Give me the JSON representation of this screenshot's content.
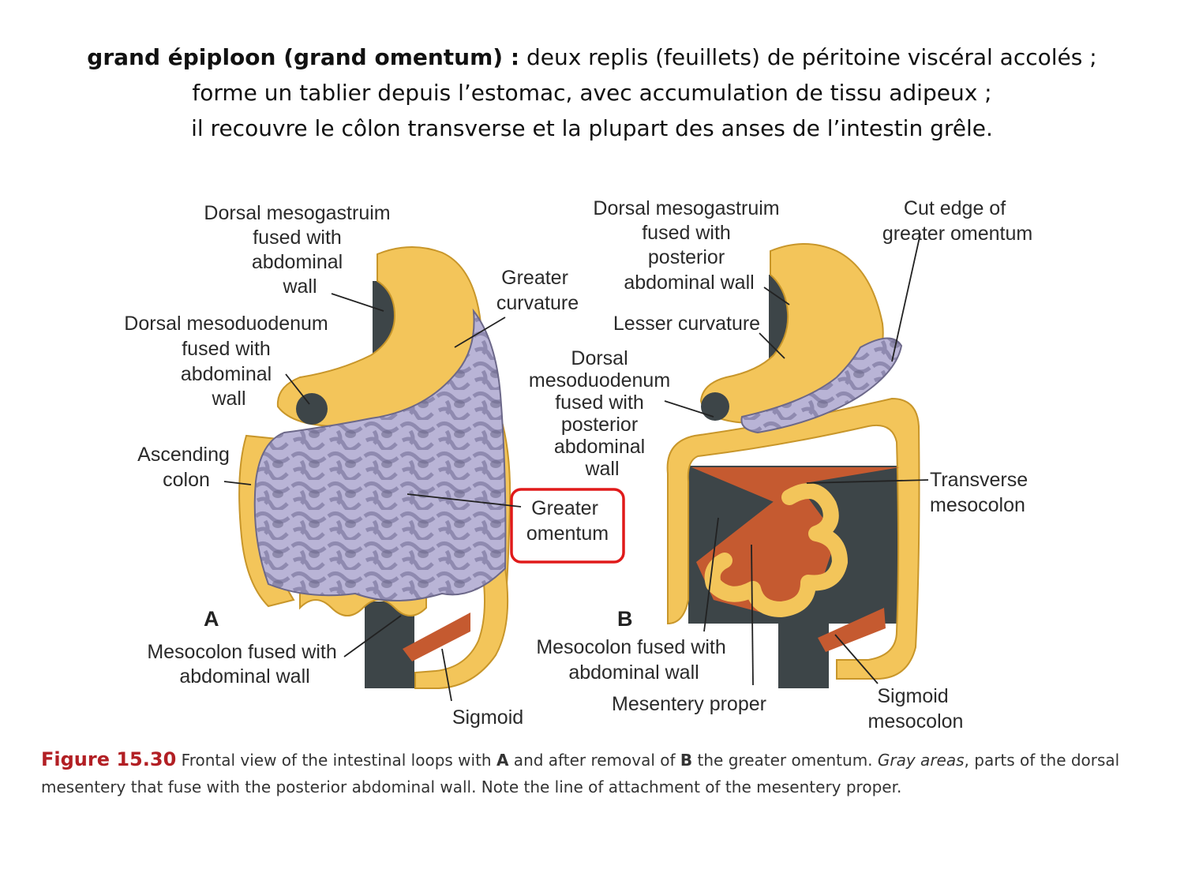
{
  "heading": {
    "term": "grand épiploon (grand omentum) :",
    "line1_rest": " deux replis (feuillets) de péritoine viscéral accolés ;",
    "line2": "forme un tablier depuis l’estomac, avec accumulation de tissu adipeux ;",
    "line3": "il recouvre le côlon transverse et la plupart des anses de l’intestin grêle."
  },
  "panel_a": {
    "letter": "A",
    "labels": {
      "dorsal_mesogastrium": [
        "Dorsal mesogastruim",
        "fused with",
        "abdominal",
        "wall"
      ],
      "greater_curvature": [
        "Greater",
        "curvature"
      ],
      "dorsal_mesoduodenum": [
        "Dorsal mesoduodenum",
        "fused with",
        "abdominal",
        "wall"
      ],
      "ascending_colon": [
        "Ascending",
        "colon"
      ],
      "greater_omentum": [
        "Greater",
        "omentum"
      ],
      "mesocolon_fused": [
        "Mesocolon fused with",
        "abdominal wall"
      ],
      "sigmoid": [
        "Sigmoid"
      ]
    }
  },
  "panel_b": {
    "letter": "B",
    "labels": {
      "dorsal_mesogastrium": [
        "Dorsal mesogastruim",
        "fused with",
        "posterior",
        "abdominal wall"
      ],
      "cut_edge": [
        "Cut edge of",
        "greater omentum"
      ],
      "lesser_curvature": [
        "Lesser curvature"
      ],
      "dorsal_mesoduodenum": [
        "Dorsal",
        "mesoduodenum",
        "fused with",
        "posterior",
        "abdominal",
        "wall"
      ],
      "transverse_mesocolon": [
        "Transverse",
        "mesocolon"
      ],
      "mesocolon_fused": [
        "Mesocolon fused with",
        "abdominal wall"
      ],
      "mesentery_proper": [
        "Mesentery proper"
      ],
      "sigmoid_mesocolon": [
        "Sigmoid",
        "mesocolon"
      ]
    }
  },
  "caption": {
    "fig_num": "Figure 15.30",
    "p1": " Frontal view of the intestinal loops with ",
    "a": "A",
    "p2": " and after removal of ",
    "b": "B",
    "p3": " the greater omentum. ",
    "gray": "Gray areas",
    "p4": ", parts of the dorsal mesentery that fuse with the posterior abdominal wall. Note the line of attachment of the mesentery proper."
  },
  "colors": {
    "colon": "#f3c55a",
    "colon_outline": "#c8962a",
    "omentum": "#b9b4d6",
    "omentum_dark": "#7a7698",
    "dorsal_wall": "#3d4548",
    "mesentery": "#c55a30",
    "highlight": "#e01a1a",
    "figure_number": "#b21f24"
  }
}
